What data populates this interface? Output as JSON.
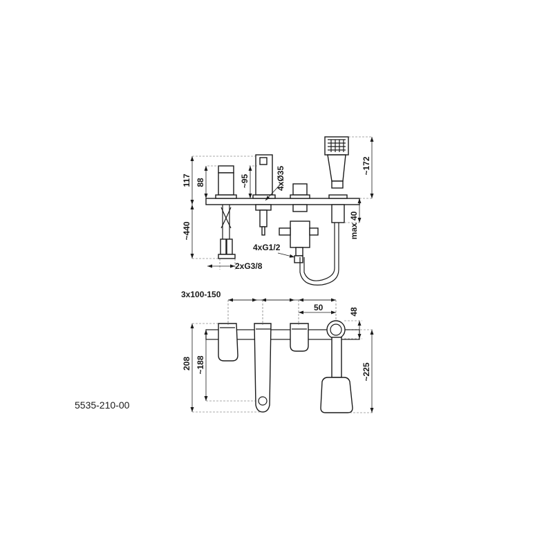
{
  "product_code": "5535-210-00",
  "dimensions": {
    "d117": "117",
    "d88": "88",
    "d95": "~95",
    "d35": "4xØ35",
    "d172": "~172",
    "d440": "~440",
    "d40": "max 40",
    "g12": "4xG1/2",
    "g38": "2xG3/8",
    "spacing": "3x100-150",
    "d50": "50",
    "d48": "48",
    "d208": "208",
    "d188": "~188",
    "d225": "~225"
  }
}
